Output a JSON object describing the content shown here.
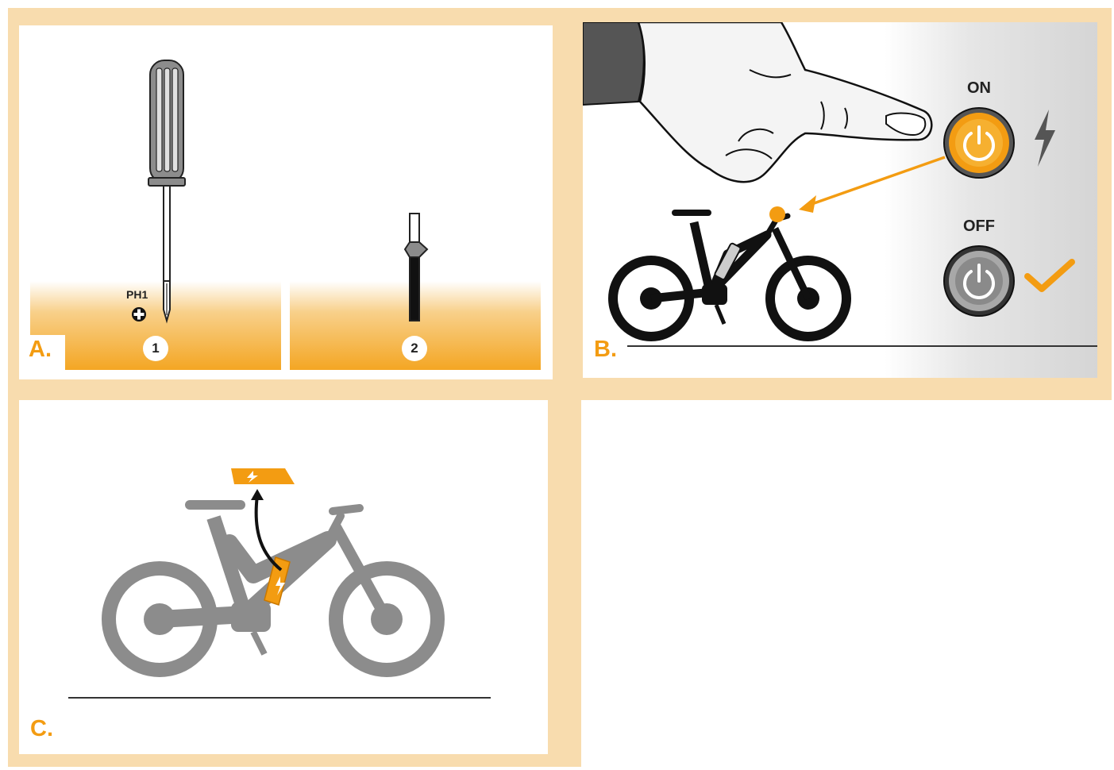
{
  "panels": {
    "a": {
      "letter": "A.",
      "tools": [
        {
          "number": "1",
          "spec": "PH1",
          "icon": "phillips-head-icon"
        },
        {
          "number": "2"
        }
      ]
    },
    "b": {
      "letter": "B.",
      "on_label": "ON",
      "off_label": "OFF",
      "icons": [
        "hand-pointing-icon",
        "power-button-on-icon",
        "lightning-bolt-icon",
        "power-button-off-icon",
        "checkmark-icon",
        "ebike-icon",
        "arrow-icon"
      ]
    },
    "c": {
      "letter": "C.",
      "icons": [
        "ebike-gray-icon",
        "battery-icon",
        "removal-arrow-icon"
      ]
    }
  },
  "colors": {
    "frame": "#f8dcae",
    "accent": "#f39c12",
    "bike_gray": "#8c8c8c",
    "dark": "#111111"
  }
}
